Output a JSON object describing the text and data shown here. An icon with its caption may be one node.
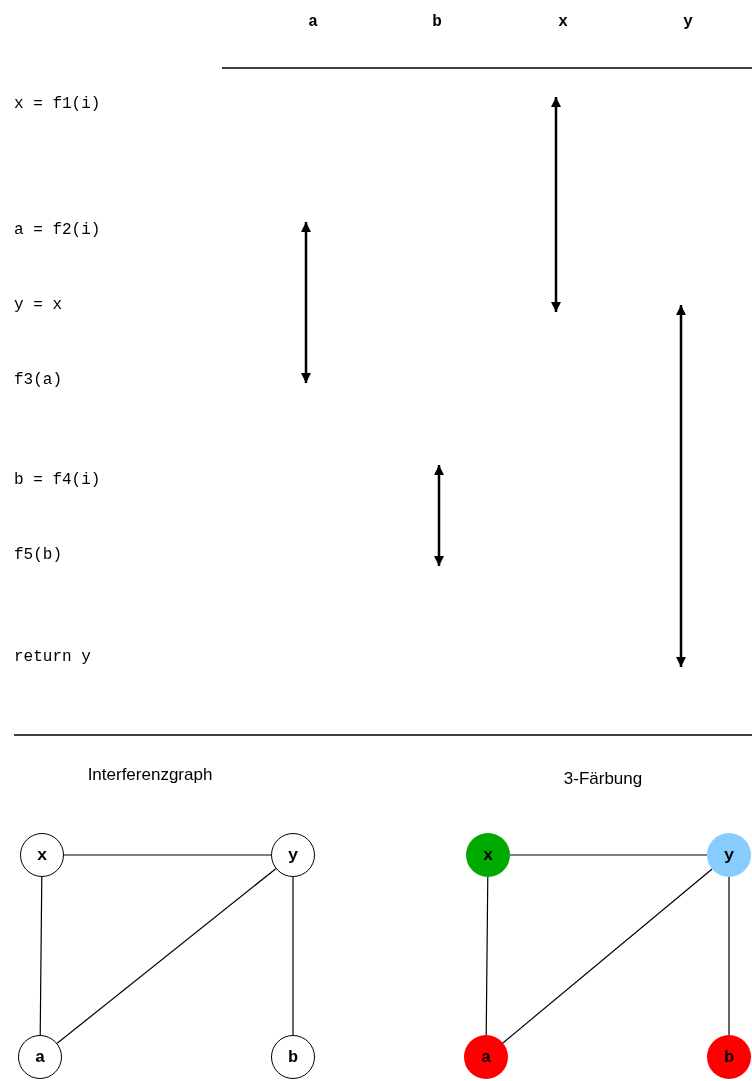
{
  "diagram": {
    "nodes": [
      {
        "text": [
          "x"
        ]
      },
      {
        "text": [
          "y"
        ]
      },
      {
        "text": [
          "a"
        ]
      },
      {
        "text": [
          "b"
        ]
      },
      {
        "text": [
          "x"
        ]
      },
      {
        "text": [
          "y"
        ]
      },
      {
        "text": [
          "a"
        ]
      },
      {
        "text": [
          "b"
        ]
      }
    ],
    "edges": [
      {
        "from": 0,
        "to": 1,
        "arrow": "none"
      },
      {
        "from": 0,
        "to": 2,
        "arrow": "none"
      },
      {
        "from": 1,
        "to": 2,
        "arrow": "none"
      },
      {
        "from": 1,
        "to": 3,
        "arrow": "none"
      },
      {
        "from": 4,
        "to": 5,
        "arrow": "none"
      },
      {
        "from": 4,
        "to": 6,
        "arrow": "none"
      },
      {
        "from": 5,
        "to": 6,
        "arrow": "none"
      },
      {
        "from": 5,
        "to": 7,
        "arrow": "none"
      }
    ],
    "labels": [
      "a",
      "b",
      "x",
      "y",
      "x = f1(i)",
      "a = f2(i)",
      "y = x",
      "f3(a)",
      "b = f4(i)",
      "f5(b)",
      "return y",
      "Interferenzgraph",
      "3-Färbung"
    ]
  }
}
